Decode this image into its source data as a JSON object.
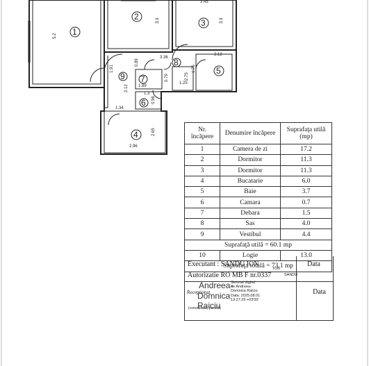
{
  "rooms": [
    {
      "no": "1",
      "label": "1",
      "name": "Camera de zi",
      "area": "17.2"
    },
    {
      "no": "2",
      "label": "2",
      "name": "Dormitor",
      "area": "11.3"
    },
    {
      "no": "3",
      "label": "3",
      "name": "Dormitor",
      "area": "11.3"
    },
    {
      "no": "4",
      "label": "4",
      "name": "Bucatarie",
      "area": "6.0"
    },
    {
      "no": "5",
      "label": "5",
      "name": "Baie",
      "area": "3.7"
    },
    {
      "no": "6",
      "label": "6",
      "name": "Camara",
      "area": "0.7"
    },
    {
      "no": "7",
      "label": "7",
      "name": "Debara",
      "area": "1.5"
    },
    {
      "no": "8",
      "label": "8",
      "name": "Sas",
      "area": "4.0"
    },
    {
      "no": "9",
      "label": "9",
      "name": "Vestibul",
      "area": "4.4"
    }
  ],
  "dims": {
    "d1": "5.2",
    "d2": "3.3",
    "d3": "3.3",
    "d4": "3.45",
    "d5": "3.36",
    "d6": "0.89",
    "d7": "2.12",
    "d8": "1.76",
    "d9": "1.91",
    "d10": "1.89",
    "d11": "0.79",
    "d12": "1.25",
    "d13": "2.75",
    "d14": "2.12",
    "d15": "1.34",
    "d16": "1.3",
    "d17": "0.56",
    "d18": "2.65",
    "d19": "2.96"
  },
  "table": {
    "h_no": "Nr. încăpere",
    "h_name": "Denumire încăpere",
    "h_area": "Suprafaţa utilă (mp)",
    "useful_total": "Suprafaţă utilă = 60.1 mp",
    "logie_no": "10",
    "logie_name": "Logie",
    "logie_area": "13.0",
    "total": "Suprafaţa totală = 73.1 mp"
  },
  "footer": {
    "executant": "Executant : SANDU ION",
    "autorizatie": "Autorizatie RO MB F nr.0337",
    "data1": "Data",
    "data2": "Data",
    "receptionat": "Receptionat",
    "semnatura": "(semnătură, parafă)",
    "stamp1_name": "ION",
    "stamp1_name2": "SANDU",
    "signer_line1": "Andreea-",
    "signer_line2": "Domnica",
    "signer_line3": "Raiciu",
    "stamp2": [
      "Semnat digital",
      "de Andreea-",
      "Domnica Raiciu",
      "Data: 2025.08.01",
      "13:27:29 +03'00'"
    ]
  }
}
